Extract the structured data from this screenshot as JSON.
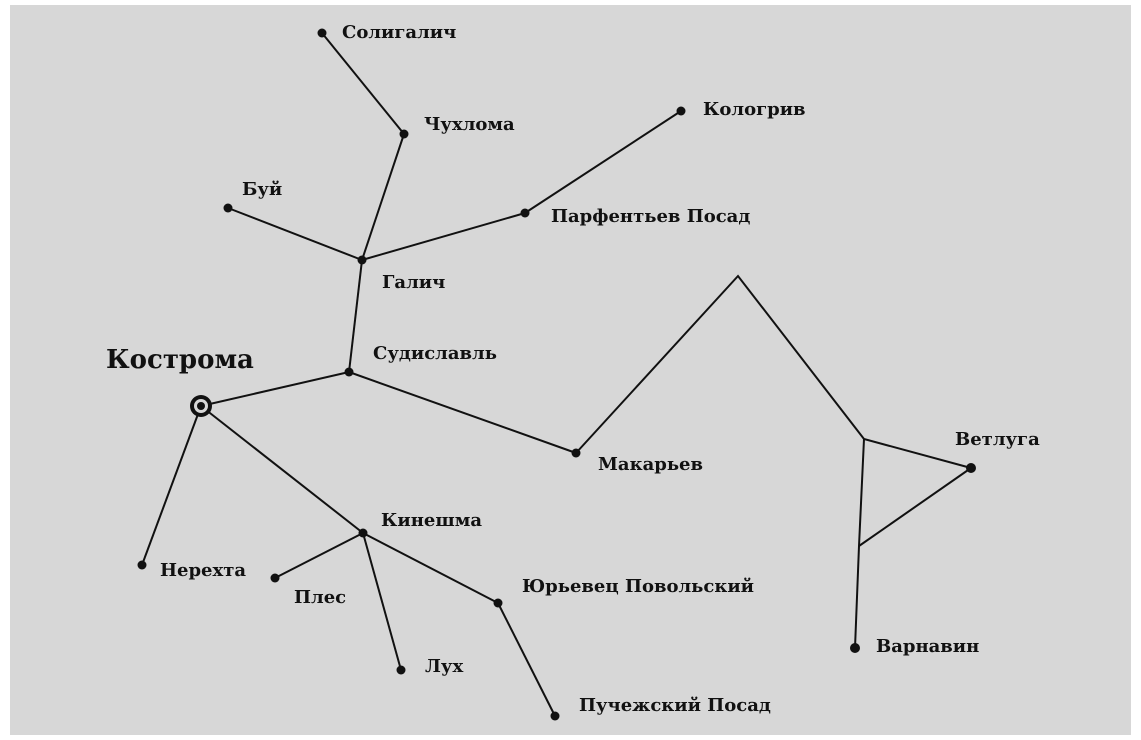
{
  "map": {
    "capital": {
      "id": "kostroma",
      "label": "Кострома"
    },
    "towns": [
      {
        "id": "soligalich",
        "label": "Солигалич"
      },
      {
        "id": "chukhloma",
        "label": "Чухлома"
      },
      {
        "id": "kologriv",
        "label": "Кологрив"
      },
      {
        "id": "buy",
        "label": "Буй"
      },
      {
        "id": "parfentyev",
        "label": "Парфентьев Посад"
      },
      {
        "id": "galich",
        "label": "Галич"
      },
      {
        "id": "sudislavl",
        "label": "Судиславль"
      },
      {
        "id": "makaryev",
        "label": "Макарьев"
      },
      {
        "id": "vetluga",
        "label": "Ветлуга"
      },
      {
        "id": "kineshma",
        "label": "Кинешма"
      },
      {
        "id": "nerekhta",
        "label": "Нерехта"
      },
      {
        "id": "ples",
        "label": "Плес"
      },
      {
        "id": "yuryevets",
        "label": "Юрьевец Повольский"
      },
      {
        "id": "lukh",
        "label": "Лух"
      },
      {
        "id": "varnavin",
        "label": "Варнавин"
      },
      {
        "id": "puchezh",
        "label": "Пучежский Посад"
      }
    ],
    "colors": {
      "background": "#d7d7d7",
      "ink": "#111111"
    }
  }
}
